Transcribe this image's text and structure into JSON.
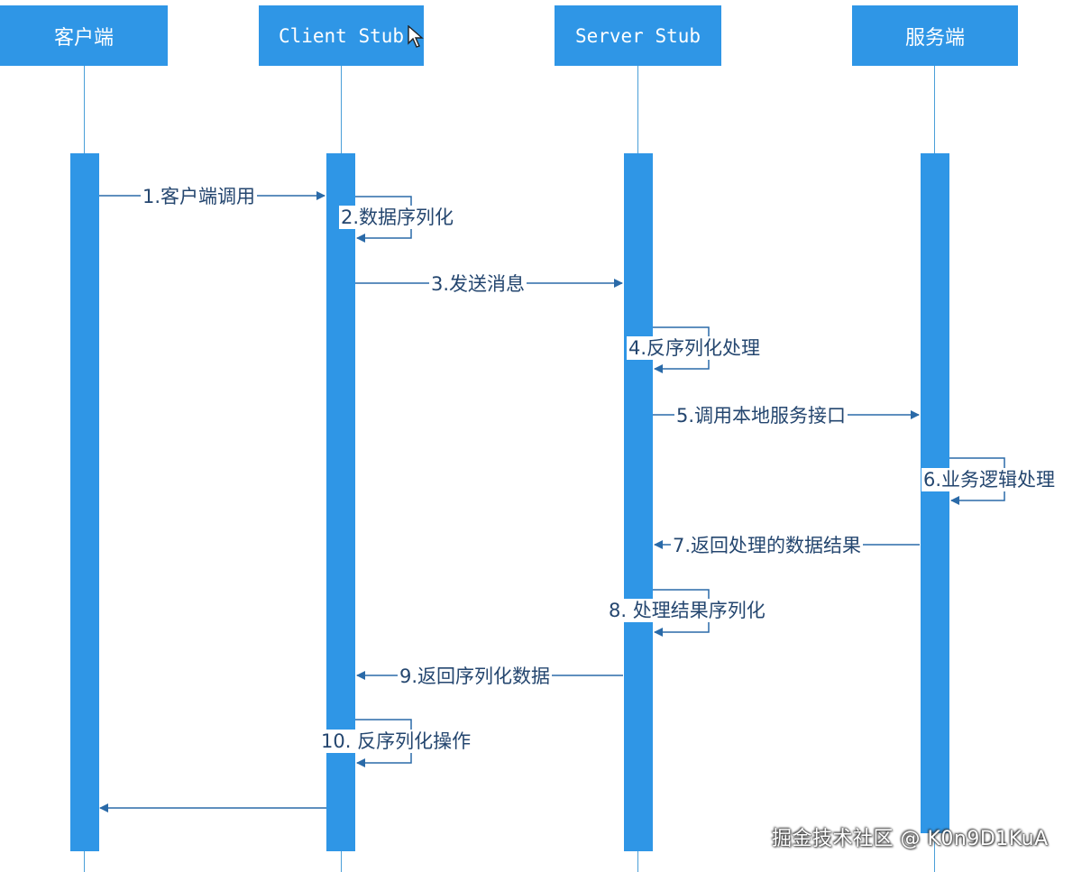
{
  "participants": [
    {
      "id": "client",
      "label": "客户端"
    },
    {
      "id": "client_stub",
      "label": "Client Stub"
    },
    {
      "id": "server_stub",
      "label": "Server Stub"
    },
    {
      "id": "server",
      "label": "服务端"
    }
  ],
  "messages": [
    {
      "step": "1",
      "text": "1.客户端调用",
      "from": "client",
      "to": "client_stub"
    },
    {
      "step": "2",
      "text": "2.数据序列化",
      "from": "client_stub",
      "to": "client_stub"
    },
    {
      "step": "3",
      "text": "3.发送消息",
      "from": "client_stub",
      "to": "server_stub"
    },
    {
      "step": "4",
      "text": "4.反序列化处理",
      "from": "server_stub",
      "to": "server_stub"
    },
    {
      "step": "5",
      "text": "5.调用本地服务接口",
      "from": "server_stub",
      "to": "server"
    },
    {
      "step": "6",
      "text": "6.业务逻辑处理",
      "from": "server",
      "to": "server"
    },
    {
      "step": "7",
      "text": "7.返回处理的数据结果",
      "from": "server",
      "to": "server_stub"
    },
    {
      "step": "8",
      "text": "8.  处理结果序列化",
      "from": "server_stub",
      "to": "server_stub"
    },
    {
      "step": "9",
      "text": "9.返回序列化数据",
      "from": "server_stub",
      "to": "client_stub"
    },
    {
      "step": "10",
      "text": "10.  反序列化操作",
      "from": "client_stub",
      "to": "client_stub"
    }
  ],
  "watermark": "掘金技术社区 @ K0n9D1KuA",
  "colors": {
    "actor_bg": "#2f96e6",
    "line": "#4a9fd8",
    "text": "#24466f",
    "arrow": "#2a6aa8"
  },
  "icons": {
    "cursor": "mouse-cursor-icon"
  }
}
